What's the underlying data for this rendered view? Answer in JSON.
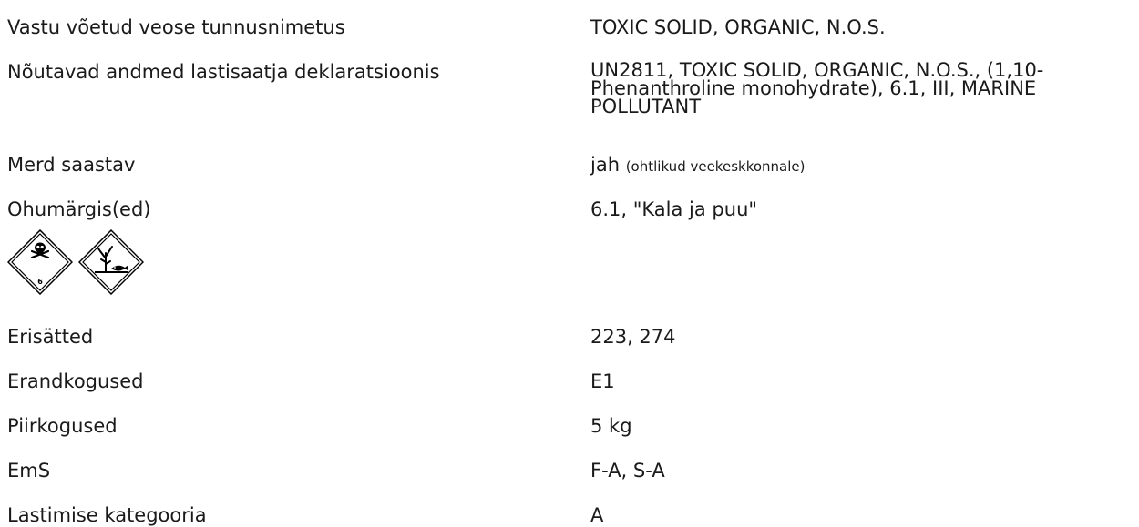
{
  "rows": [
    {
      "label": "Vastu võetud veose tunnusnimetus",
      "value": "TOXIC SOLID, ORGANIC, N.O.S."
    },
    {
      "label": "Nõutavad andmed lastisaatja deklaratsioonis",
      "value_lines": [
        "UN2811, TOXIC SOLID, ORGANIC, N.O.S., (1,10-",
        "Phenanthroline monohydrate), 6.1, III, MARINE",
        "POLLUTANT"
      ]
    },
    {
      "label": "Merd saastav",
      "value": "jah",
      "value_note": "(ohtlikud veekeskkonnale)"
    },
    {
      "label": "Ohumärgis(ed)",
      "value": "6.1, \"Kala ja puu\""
    },
    {
      "label": "Erisätted",
      "value": "223, 274"
    },
    {
      "label": "Erandkogused",
      "value": "E1"
    },
    {
      "label": "Piirkogused",
      "value": "5 kg"
    },
    {
      "label": "EmS",
      "value": "F-A, S-A"
    },
    {
      "label": "Lastimise kategooria",
      "value": "A"
    }
  ],
  "pictograms": [
    {
      "icon": "toxic-skull-crossbones-icon",
      "class_number": "6"
    },
    {
      "icon": "environment-fish-tree-icon"
    }
  ]
}
